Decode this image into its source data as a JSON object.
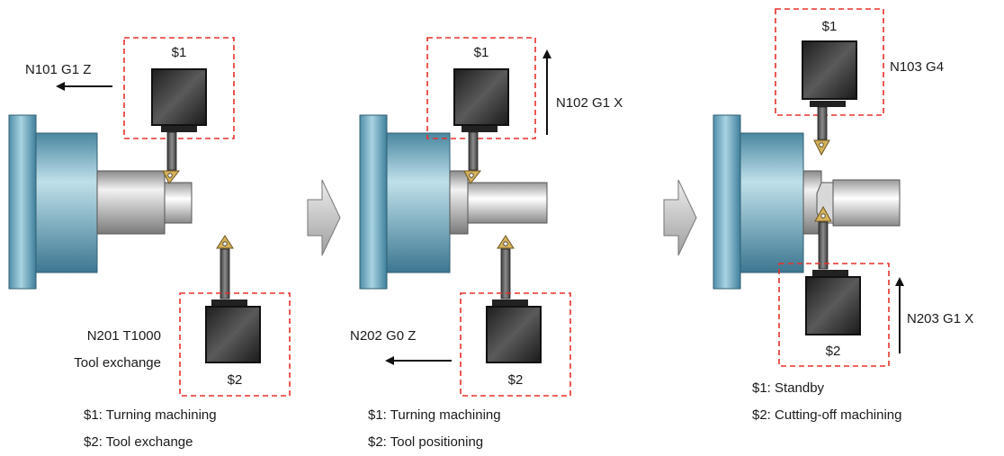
{
  "panels": [
    {
      "turret1": {
        "name": "$1",
        "block": "N101 G1 Z"
      },
      "turret2": {
        "name": "$2",
        "block_line1": "N201 T1000",
        "block_line2": "Tool exchange"
      },
      "status": [
        "$1: Turning machining",
        "$2: Tool exchange"
      ]
    },
    {
      "turret1": {
        "name": "$1",
        "block": "N102 G1 X"
      },
      "turret2": {
        "name": "$2",
        "block": "N202 G0 Z"
      },
      "status": [
        "$1: Turning machining",
        "$2: Tool positioning"
      ]
    },
    {
      "turret1": {
        "name": "$1",
        "block": "N103 G4"
      },
      "turret2": {
        "name": "$2",
        "block": "N203 G1 X"
      },
      "status": [
        "$1: Standby",
        "$2: Cutting-off machining"
      ]
    }
  ],
  "colors": {
    "highlight_box": "#e8302a",
    "chuck": "#8fc1d4",
    "workpiece": "#c9c9c9",
    "tool_block": "#2e2e2e",
    "insert": "#d6b15a",
    "step_arrow": "#c8c8c8"
  }
}
